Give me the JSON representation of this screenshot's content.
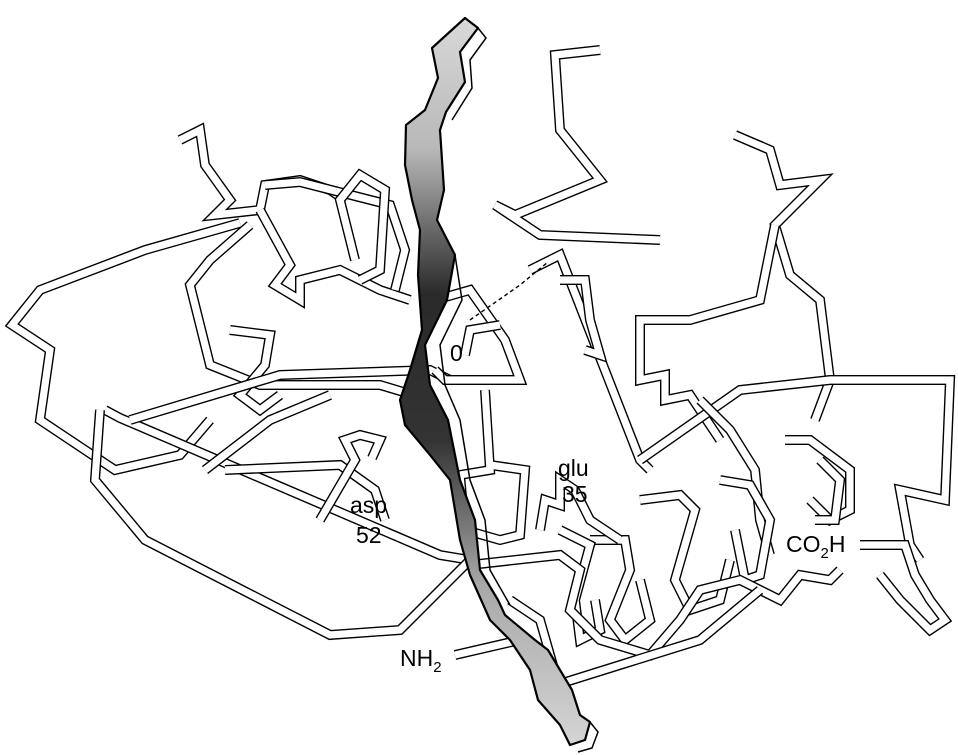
{
  "labels": {
    "asp": {
      "name": "asp",
      "number": "52"
    },
    "glu": {
      "name": "glu",
      "number": "35"
    },
    "oxygen": "0",
    "nh2": {
      "main": "NH",
      "sub": "2"
    },
    "co2h": {
      "pre": "CO",
      "sub": "2",
      "post": "H"
    }
  },
  "colors": {
    "outline": "#000000",
    "ribbon_fill": "#ffffff",
    "substrate_light": "#d9d9d9",
    "substrate_dark": "#262626"
  }
}
